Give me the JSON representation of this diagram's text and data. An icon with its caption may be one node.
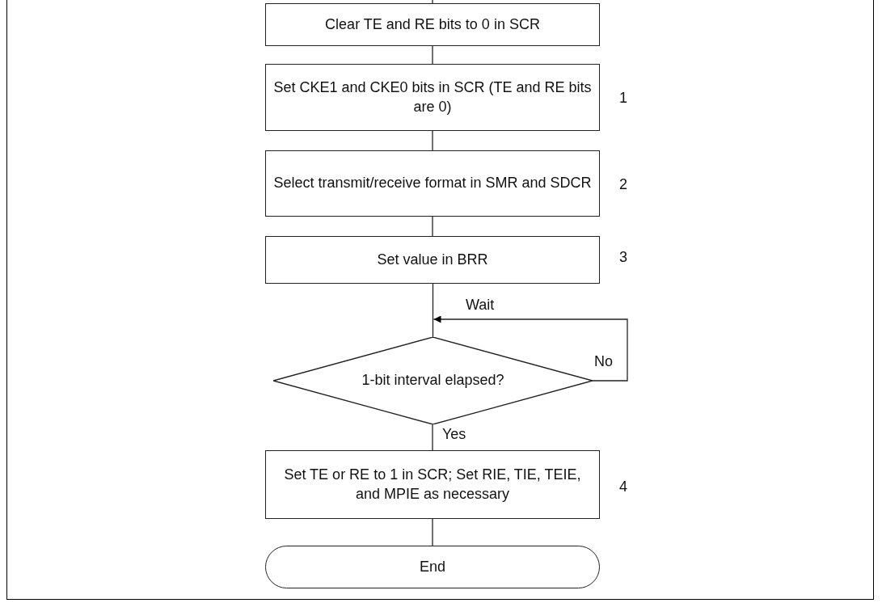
{
  "diagram": {
    "nodes": [
      {
        "text": [
          "Clear TE and RE bits to 0 in SCR"
        ]
      },
      {
        "text": [
          "Set CKE1 and CKE0 bits in SCR (TE and RE bits are 0)"
        ]
      },
      {
        "text": [
          "Select transmit/receive format in SMR and SDCR"
        ]
      },
      {
        "text": [
          "Set value in BRR"
        ]
      },
      {
        "text": [
          "1-bit interval elapsed?"
        ]
      },
      {
        "text": [
          "Set TE or RE to 1 in SCR; Set RIE, TIE, TEIE, and MPIE as necessary"
        ]
      },
      {
        "text": [
          "End"
        ]
      }
    ],
    "edges": [
      {
        "from": null,
        "to": 0,
        "arrow": "none"
      },
      {
        "from": 0,
        "to": 1,
        "arrow": "none"
      },
      {
        "from": 1,
        "to": 2,
        "arrow": "none"
      },
      {
        "from": 2,
        "to": 3,
        "arrow": "none"
      },
      {
        "from": 3,
        "to": 4,
        "arrow": "none"
      },
      {
        "from": 4,
        "to": 4,
        "arrow": "to",
        "label": "No"
      },
      {
        "from": 4,
        "to": 5,
        "arrow": "none",
        "label": "Yes"
      },
      {
        "from": 5,
        "to": 6,
        "arrow": "none"
      }
    ],
    "labels": [
      "1",
      "2",
      "3",
      "Wait",
      "4"
    ]
  }
}
